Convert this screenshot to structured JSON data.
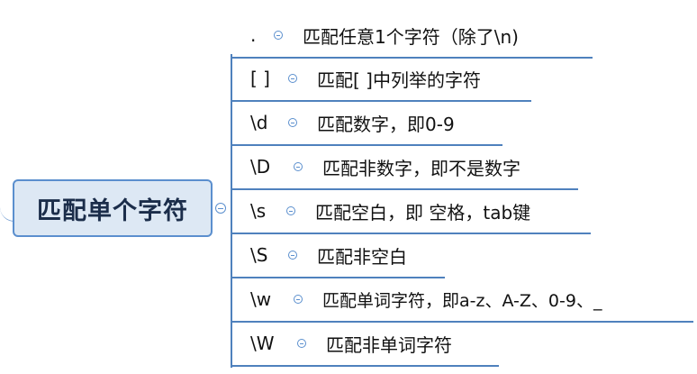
{
  "root": {
    "label": "匹配单个字符"
  },
  "branches": [
    {
      "pattern": ".",
      "description": "匹配任意1个字符（除了\\n)"
    },
    {
      "pattern": "[ ]",
      "description": "匹配[ ]中列举的字符"
    },
    {
      "pattern": "\\d",
      "description": "匹配数字，即0-9"
    },
    {
      "pattern": "\\D",
      "description": "匹配非数字，即不是数字"
    },
    {
      "pattern": "\\s",
      "description": "匹配空白，即 空格，tab键"
    },
    {
      "pattern": "\\S",
      "description": "匹配非空白"
    },
    {
      "pattern": "\\w",
      "description": "匹配单词字符，即a-z、A-Z、0-9、_"
    },
    {
      "pattern": "\\W",
      "description": "匹配非单词字符"
    }
  ]
}
